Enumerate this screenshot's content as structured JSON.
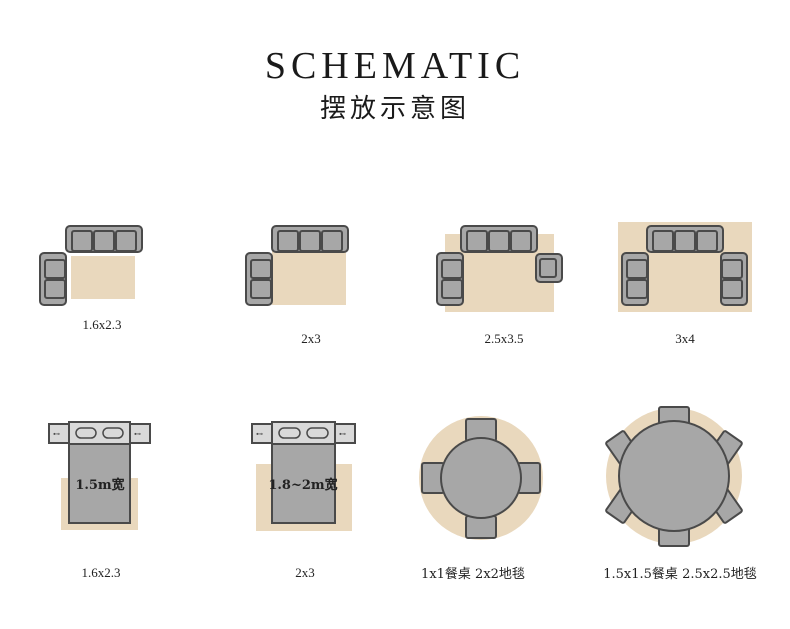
{
  "header": {
    "title_en": "SCHEMATIC",
    "title_cn": "摆放示意图"
  },
  "living_room": [
    {
      "size_label": "1.6x2.3"
    },
    {
      "size_label": "2x3"
    },
    {
      "size_label": "2.5x3.5"
    },
    {
      "size_label": "3x4"
    }
  ],
  "bedroom": [
    {
      "size_label": "1.6x2.3",
      "bed_width_label": "1.5m宽"
    },
    {
      "size_label": "2x3",
      "bed_width_label": "1.8~2m宽"
    }
  ],
  "dining": [
    {
      "size_label": "1x1餐桌  2x2地毯"
    },
    {
      "size_label": "1.5x1.5餐桌  2.5x2.5地毯"
    }
  ],
  "colors": {
    "rug": "#e9d8bd",
    "furniture": "#a7a7a7",
    "outline": "#4a4a4a"
  }
}
